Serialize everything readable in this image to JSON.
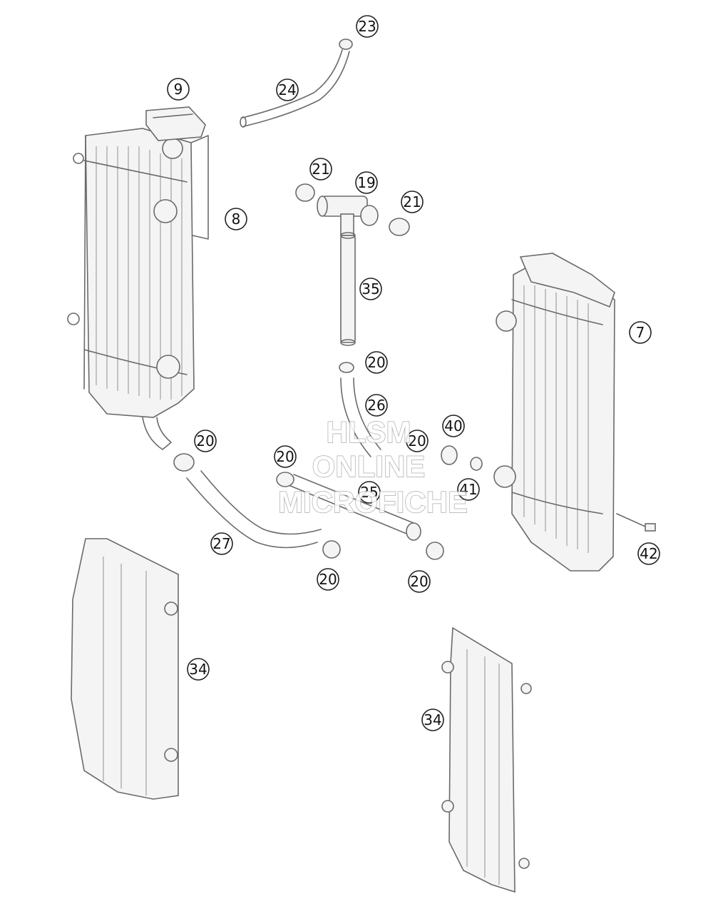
{
  "diagram": {
    "callouts": [
      {
        "id": "c23",
        "label": "23"
      },
      {
        "id": "c24",
        "label": "24"
      },
      {
        "id": "c9",
        "label": "9"
      },
      {
        "id": "c8",
        "label": "8"
      },
      {
        "id": "c21a",
        "label": "21"
      },
      {
        "id": "c19",
        "label": "19"
      },
      {
        "id": "c21b",
        "label": "21"
      },
      {
        "id": "c35",
        "label": "35"
      },
      {
        "id": "c7",
        "label": "7"
      },
      {
        "id": "c20a",
        "label": "20"
      },
      {
        "id": "c26",
        "label": "26"
      },
      {
        "id": "c40",
        "label": "40"
      },
      {
        "id": "c20b",
        "label": "20"
      },
      {
        "id": "c20c",
        "label": "20"
      },
      {
        "id": "c20d",
        "label": "20"
      },
      {
        "id": "c25",
        "label": "25"
      },
      {
        "id": "c41",
        "label": "41"
      },
      {
        "id": "c27",
        "label": "27"
      },
      {
        "id": "c42",
        "label": "42"
      },
      {
        "id": "c20e",
        "label": "20"
      },
      {
        "id": "c20f",
        "label": "20"
      },
      {
        "id": "c34a",
        "label": "34"
      },
      {
        "id": "c34b",
        "label": "34"
      }
    ]
  },
  "watermark": {
    "line1": "HLSM",
    "line2": "ONLINE",
    "line3": "MICROFICHE"
  }
}
